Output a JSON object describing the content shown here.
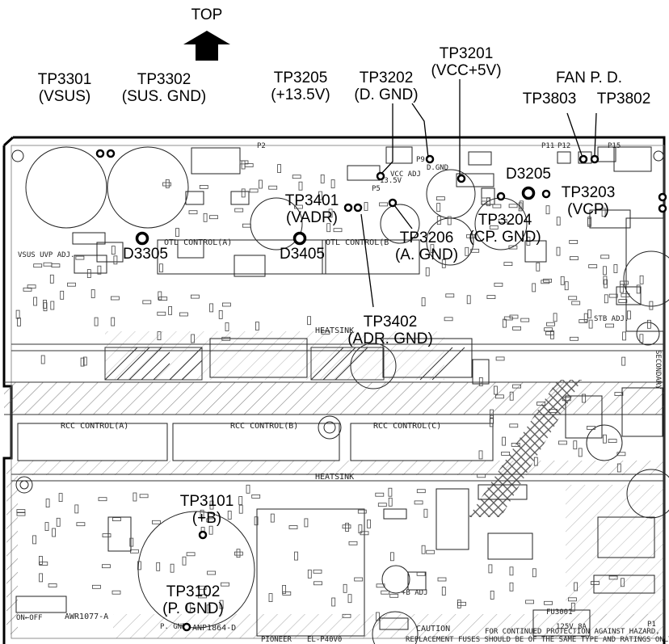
{
  "top_label": "TOP",
  "callouts": {
    "tp3301": {
      "id": "TP3301",
      "sub": "(VSUS)"
    },
    "tp3302": {
      "id": "TP3302",
      "sub": "(SUS. GND)"
    },
    "tp3205": {
      "id": "TP3205",
      "sub": "(+13.5V)"
    },
    "tp3202": {
      "id": "TP3202",
      "sub": "(D. GND)"
    },
    "tp3201": {
      "id": "TP3201",
      "sub": "(VCC+5V)"
    },
    "fan": {
      "title": "FAN P. D.",
      "a": "TP3803",
      "b": "TP3802"
    },
    "d3205": {
      "id": "D3205"
    },
    "tp3203": {
      "id": "TP3203",
      "sub": "(VCP)"
    },
    "tp3401": {
      "id": "TP3401",
      "sub": "(VADR)"
    },
    "tp3204": {
      "id": "TP3204",
      "sub": "(CP. GND)"
    },
    "tp3206": {
      "id": "TP3206",
      "sub": "(A. GND)"
    },
    "d3305": {
      "id": "D3305"
    },
    "d3405": {
      "id": "D3405"
    },
    "tp3402": {
      "id": "TP3402",
      "sub": "(ADR. GND)"
    },
    "tp3101": {
      "id": "TP3101",
      "sub": "(+B)"
    },
    "tp3102": {
      "id": "TP3102",
      "sub": "(P. GND)"
    }
  },
  "silkscreen": {
    "otl_a": "OTL CONTROL(A)",
    "otl_b": "OTL CONTROL(B",
    "heatsink1": "HEATSINK",
    "heatsink2": "HEATSINK",
    "rcc_a": "RCC CONTROL(A)",
    "rcc_b": "RCC CONTROL(B)",
    "rcc_c": "RCC CONTROL(C)",
    "vsus_uvp": "VSUS UVP ADJ.",
    "vcc_adj": "VCC ADJ",
    "stb_adj": "STB ADJ.",
    "b_adj": "+B ADJ",
    "awr": "AWR1077-A",
    "anp": "ANP1864-D",
    "pgnd": "P. GND",
    "on_off": "ON←OFF",
    "fu3001": "FU3001",
    "fuse_rating": "125V 8A",
    "p1": "P1",
    "p2": "P2",
    "p5": "P5",
    "p9": "P9",
    "p11": "P11",
    "p12": "P12",
    "p15": "P15",
    "dgnd": "D.GND",
    "caution_title": "CAUTION",
    "caution_1": "FOR CONTINUED PROTECTION AGAINST HAZARD,",
    "caution_2": "REPLACEMENT FUSES SHOULD BE OF THE SAME TYPE AND RATINGS ONLY",
    "pioneer": "PIONEER",
    "model": "EL-P40V0",
    "v135": "13.5V",
    "secondary": "SECONDARY"
  }
}
